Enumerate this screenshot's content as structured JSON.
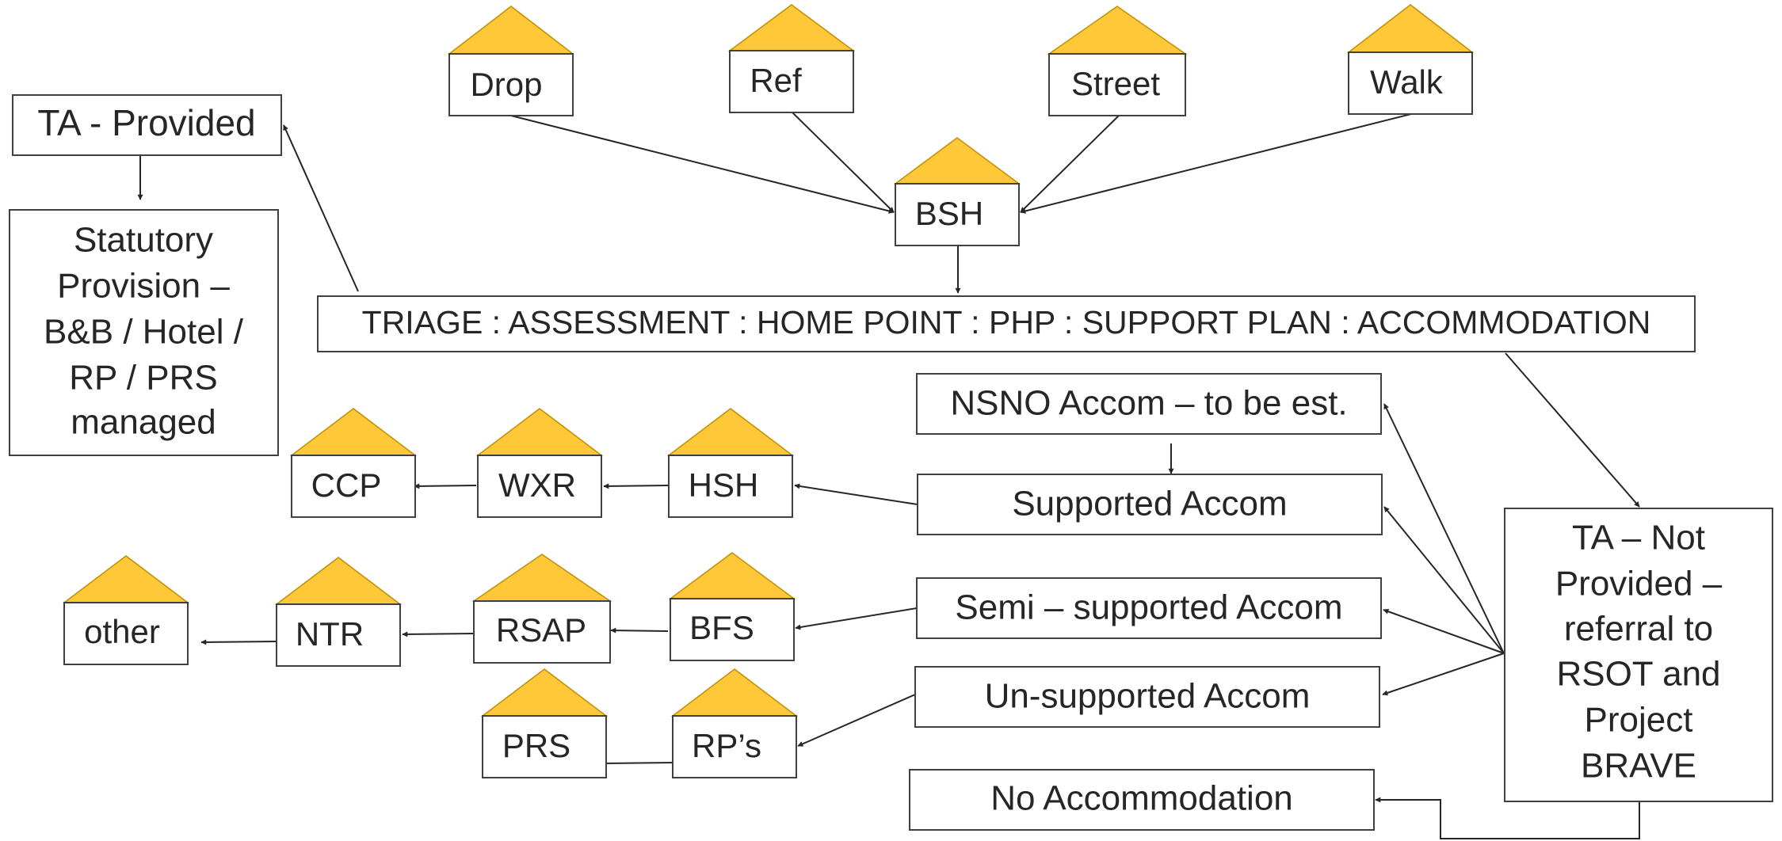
{
  "colors": {
    "roof": "#FFC839",
    "roof_outline": "#BF9000",
    "box_border": "#404040",
    "text": "#262626",
    "arrow": "#262626"
  },
  "houses": {
    "drop": "Drop",
    "ref": "Ref",
    "street": "Street",
    "walk": "Walk",
    "bsh": "BSH",
    "ccp": "CCP",
    "wxr": "WXR",
    "hsh": "HSH",
    "other": "other",
    "ntr": "NTR",
    "rsap": "RSAP",
    "bfs": "BFS",
    "prs": "PRS",
    "rps": "RP’s"
  },
  "boxes": {
    "ta_provided": "TA - Provided",
    "statutory": [
      "Statutory",
      "Provision –",
      "B&B / Hotel /",
      "RP / PRS",
      "managed"
    ],
    "triage": "TRIAGE : ASSESSMENT : HOME POINT : PHP : SUPPORT PLAN : ACCOMMODATION",
    "nsno": "NSNO Accom – to be est.",
    "supported": "Supported Accom",
    "semi_supported": "Semi – supported Accom",
    "unsupported": "Un-supported Accom",
    "no_accom": "No Accommodation",
    "ta_not_provided": [
      "TA – Not",
      "Provided –",
      "referral to",
      "RSOT and",
      "Project",
      "BRAVE"
    ]
  }
}
